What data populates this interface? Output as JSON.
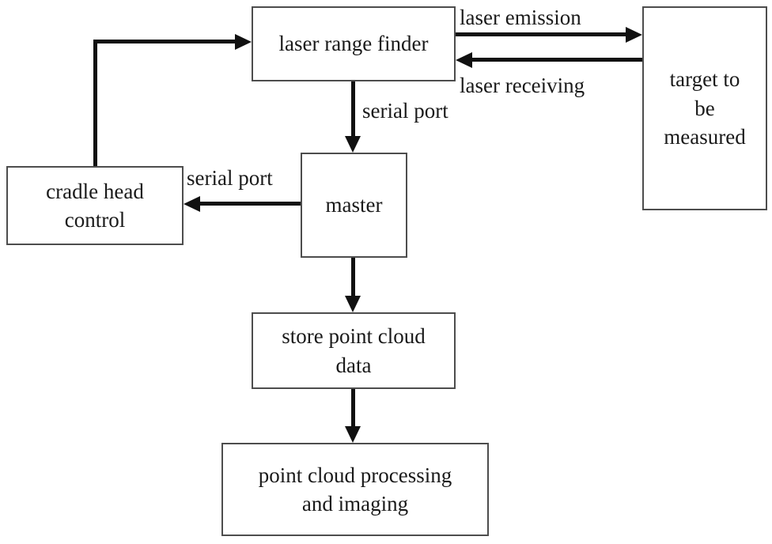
{
  "colors": {
    "background": "#ffffff",
    "box_border": "#4d4d4d",
    "arrow": "#111111",
    "text": "#1a1a1a"
  },
  "nodes": {
    "laser_range_finder": {
      "label": "laser range finder"
    },
    "target_to_be_measured": {
      "label": "target to\nbe\nmeasured"
    },
    "cradle_head_control": {
      "label": "cradle head\ncontrol"
    },
    "master": {
      "label": "master"
    },
    "store_point_cloud_data": {
      "label": "store point cloud\ndata"
    },
    "point_cloud_processing": {
      "label": "point cloud processing\nand imaging"
    }
  },
  "edges": {
    "laser_emission": {
      "label": "laser emission"
    },
    "laser_receiving": {
      "label": "laser receiving"
    },
    "serial_port_laser_to_master": {
      "label": "serial port"
    },
    "serial_port_master_to_cradle": {
      "label": "serial port"
    }
  }
}
